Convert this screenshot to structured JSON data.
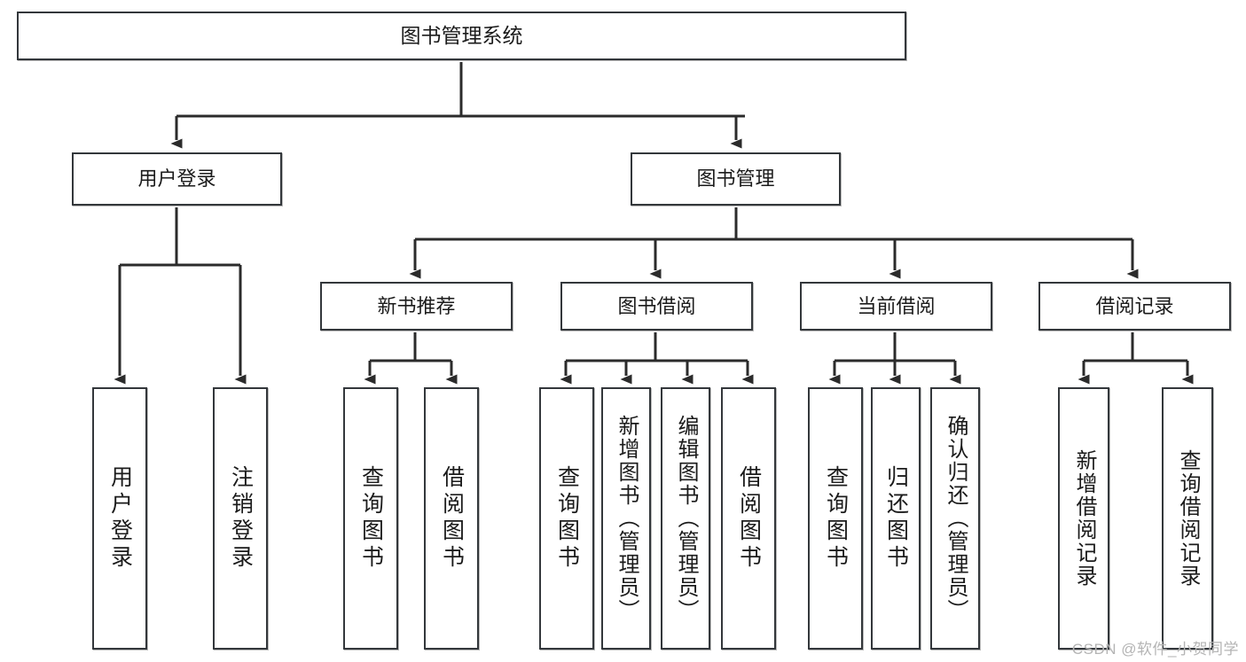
{
  "diagram": {
    "title": "图书管理系统",
    "type": "tree",
    "watermark": "CSDN @软件_小贺同学",
    "colors": {
      "box_border": "#33373b",
      "box_fill": "#ffffff",
      "line": "#2b2b2b",
      "text": "#1b1b1b",
      "watermark": "#b4b4b4"
    },
    "root": {
      "label": "图书管理系统"
    },
    "level2": [
      {
        "label": "用户登录"
      },
      {
        "label": "图书管理"
      }
    ],
    "level3": [
      {
        "label": "新书推荐"
      },
      {
        "label": "图书借阅"
      },
      {
        "label": "当前借阅"
      },
      {
        "label": "借阅记录"
      }
    ],
    "leaves": {
      "user_login": [
        {
          "label": "用户登录"
        },
        {
          "label": "注销登录"
        }
      ],
      "new_book_recommend": [
        {
          "label": "查询图书"
        },
        {
          "label": "借阅图书"
        }
      ],
      "book_borrow": [
        {
          "label": "查询图书"
        },
        {
          "label": "新增图书（管理员）"
        },
        {
          "label": "编辑图书（管理员）"
        },
        {
          "label": "借阅图书"
        }
      ],
      "current_borrow": [
        {
          "label": "查询图书"
        },
        {
          "label": "归还图书"
        },
        {
          "label": "确认归还（管理员）"
        }
      ],
      "borrow_record": [
        {
          "label": "新增借阅记录"
        },
        {
          "label": "查询借阅记录"
        }
      ]
    }
  }
}
